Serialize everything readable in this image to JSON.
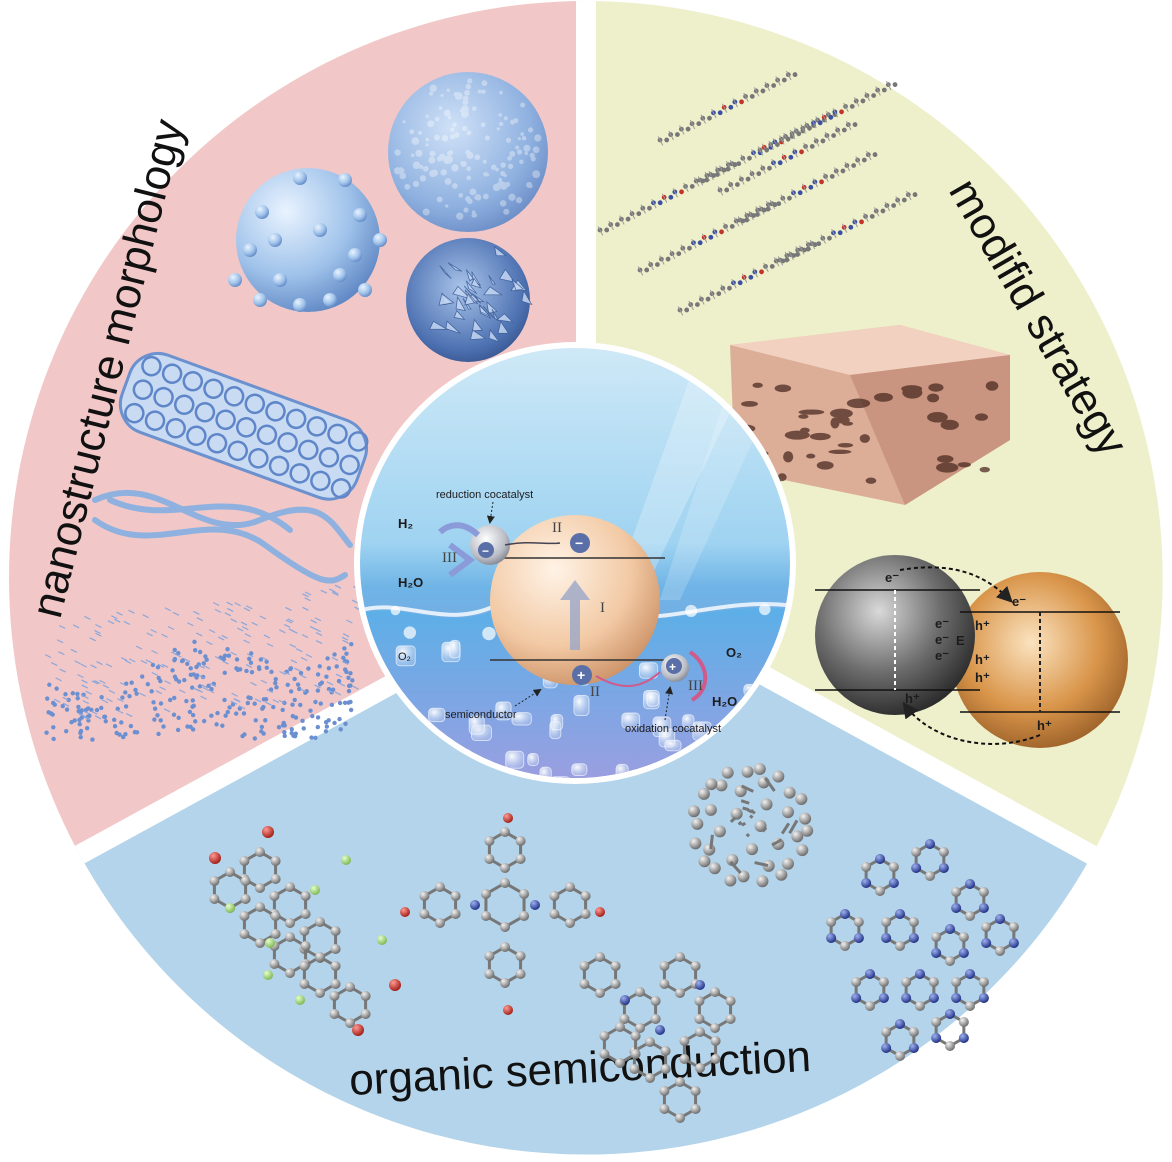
{
  "sectors": {
    "top_left": {
      "title": "nanostructure morphology",
      "color": "#f1c8c7"
    },
    "top_right": {
      "title": "modifid strategy",
      "color": "#eef0cb"
    },
    "bottom": {
      "title": "organic semiconduction",
      "color": "#b3d4ea"
    }
  },
  "center": {
    "labels": {
      "reduction_cocatalyst": "reduction cocatalyst",
      "oxidation_cocatalyst": "oxidation cocatalyst",
      "semiconductor": "semiconductor",
      "h2": "H₂",
      "h2o_left": "H₂O",
      "h2o_right": "H₂O",
      "o2_right": "O₂",
      "o2_left": "O₂"
    },
    "steps": {
      "one": "I",
      "two_top": "II",
      "two_bottom": "II",
      "three_left": "III",
      "three_right": "III"
    },
    "charges": {
      "minus": "−",
      "plus": "+"
    }
  },
  "heterojunction": {
    "labels": {
      "e_top": "e⁻",
      "e_mid1": "e⁻",
      "e_mid2": "e⁻",
      "e_mid3": "e⁻",
      "e_right": "e⁻",
      "field": "E",
      "h1": "h⁺",
      "h2": "h⁺",
      "h3": "h⁺",
      "h_left": "h⁺",
      "h_bottom": "h⁺"
    }
  },
  "colors": {
    "nanostructure_blue": "#8fb1e0",
    "slab": "#e8c4b2",
    "carbon_grey": "#8a8a8a",
    "nitrogen_blue": "#3a4fa3",
    "oxygen_red": "#c2332b",
    "fluorine_green": "#a8d77a",
    "water": "#7fc0ea"
  }
}
